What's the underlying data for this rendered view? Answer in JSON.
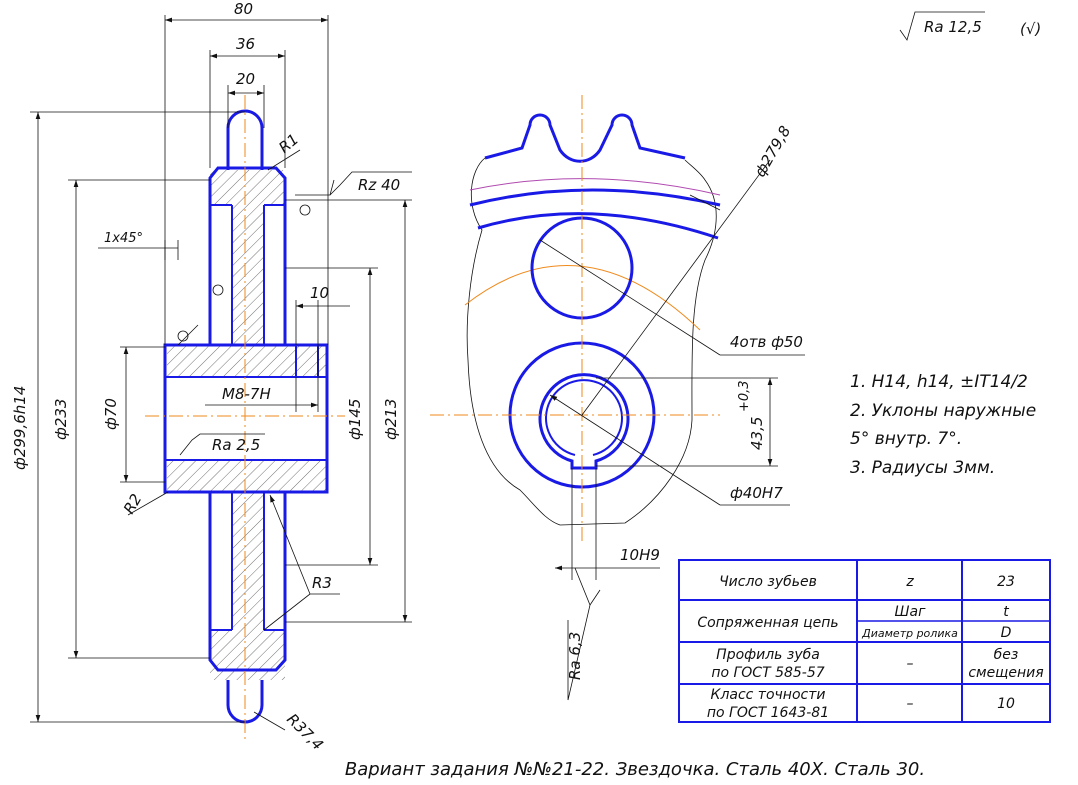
{
  "roughness": {
    "symbol_text": "Ra 12,5",
    "other_mark": "(√)"
  },
  "dimensions": {
    "width_total": "80",
    "width_mid": "36",
    "width_tooth": "20",
    "radius_r1": "R1",
    "rz": "Rz 40",
    "chamfer": "1x45°",
    "hole_depth": "10",
    "thread": "M8-7H",
    "ra_bore": "Ra 2,5",
    "dia_tip": "ф299,6h14",
    "dia_233": "ф233",
    "dia_70": "ф70",
    "dia_145": "ф145",
    "dia_213": "ф213",
    "r2": "R2",
    "r3": "R3",
    "r374": "R37,4",
    "dia_279": "ф279,8",
    "holes": "4отв ф50",
    "keyway_depth": "43,5",
    "keyway_tol": "+0,3",
    "bore": "ф40H7",
    "key_width": "10H9",
    "ra_key": "Ra 6,3"
  },
  "notes": [
    "1. H14, h14, ±IT14/2",
    "2. Уклоны наружные",
    "5° внутр. 7°.",
    "3. Радиусы 3мм."
  ],
  "table": {
    "r1": {
      "name": "Число зубьев",
      "sym": "z",
      "val": "23"
    },
    "r2": {
      "name": "Сопряженная цепь",
      "sub1": "Шаг",
      "sub1_val": "t",
      "sub2": "Диаметр ролика",
      "sub2_val": "D"
    },
    "r3": {
      "name_l1": "Профиль зуба",
      "name_l2": "по ГОСТ 585-57",
      "sym": "–",
      "val_l1": "без",
      "val_l2": "смещения"
    },
    "r4": {
      "name_l1": "Класс точности",
      "name_l2": "по ГОСТ 1643-81",
      "sym": "–",
      "val": "10"
    }
  },
  "caption": "Вариант задания №№21-22. Звездочка. Сталь 40Х. Сталь 30."
}
